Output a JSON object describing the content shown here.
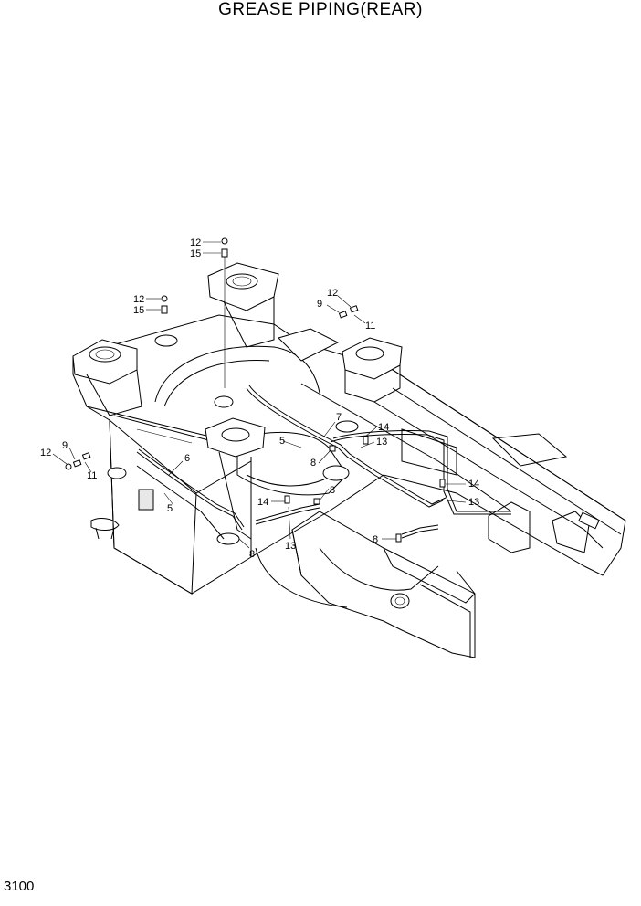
{
  "header": {
    "title": "GREASE PIPING(REAR)"
  },
  "footer": {
    "page_number": "3100"
  },
  "callouts": [
    {
      "id": "c1",
      "label": "12"
    },
    {
      "id": "c2",
      "label": "15"
    },
    {
      "id": "c3",
      "label": "12"
    },
    {
      "id": "c4",
      "label": "15"
    },
    {
      "id": "c5",
      "label": "12"
    },
    {
      "id": "c6",
      "label": "9"
    },
    {
      "id": "c7",
      "label": "11"
    },
    {
      "id": "c8",
      "label": "7"
    },
    {
      "id": "c9",
      "label": "14"
    },
    {
      "id": "c10",
      "label": "5"
    },
    {
      "id": "c11",
      "label": "13"
    },
    {
      "id": "c12",
      "label": "8"
    },
    {
      "id": "c13",
      "label": "12"
    },
    {
      "id": "c14",
      "label": "9"
    },
    {
      "id": "c15",
      "label": "11"
    },
    {
      "id": "c16",
      "label": "6"
    },
    {
      "id": "c17",
      "label": "14"
    },
    {
      "id": "c18",
      "label": "8"
    },
    {
      "id": "c19",
      "label": "14"
    },
    {
      "id": "c20",
      "label": "13"
    },
    {
      "id": "c21",
      "label": "5"
    },
    {
      "id": "c22",
      "label": "8"
    },
    {
      "id": "c23",
      "label": "13"
    },
    {
      "id": "c24",
      "label": "8"
    }
  ]
}
